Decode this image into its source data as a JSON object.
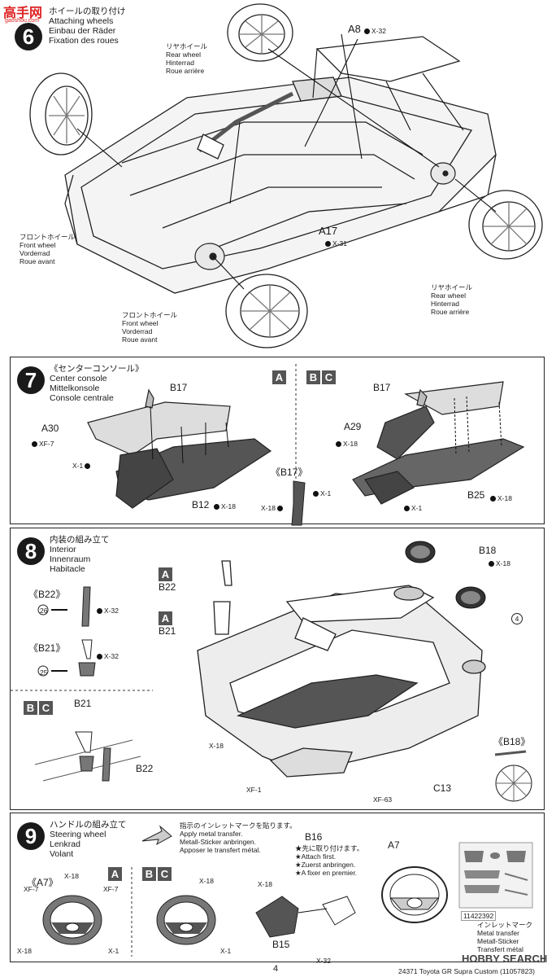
{
  "watermark_top": {
    "brand": "高手网",
    "url": "gaoshou.com"
  },
  "step6": {
    "number": "6",
    "title_jp": "ホイールの取り付け",
    "title_en": "Attaching wheels",
    "title_de": "Einbau der Räder",
    "title_fr": "Fixation des roues",
    "rear_top": [
      "リヤホイール",
      "Rear wheel",
      "Hinterrad",
      "Roue arrière"
    ],
    "front_left": [
      "フロントホイール",
      "Front wheel",
      "Vorderrad",
      "Roue avant"
    ],
    "front_bottom": [
      "フロントホイール",
      "Front wheel",
      "Vorderrad",
      "Roue avant"
    ],
    "rear_right": [
      "リヤホイール",
      "Rear wheel",
      "Hinterrad",
      "Roue arrière"
    ],
    "part_a8": "A8",
    "x32": "X-32",
    "part_a17": "A17",
    "x31": "X-31"
  },
  "step7": {
    "number": "7",
    "title_jp": "《センターコンソール》",
    "title_en": "Center console",
    "title_de": "Mittelkonsole",
    "title_fr": "Console centrale",
    "variant_a": "A",
    "variant_b": "B",
    "variant_c": "C",
    "left": {
      "b17": "B17",
      "a30": "A30",
      "xf7": "XF-7",
      "x1": "X-1",
      "b12": "B12",
      "x18": "X-18"
    },
    "mid": {
      "b17": "《B17》",
      "x1": "X-1",
      "x18": "X-18"
    },
    "right": {
      "b17": "B17",
      "a29": "A29",
      "x18a": "X-18",
      "x1": "X-1",
      "b25": "B25",
      "x18b": "X-18"
    }
  },
  "step8": {
    "number": "8",
    "title_jp": "内装の組み立て",
    "title_en": "Interior",
    "title_de": "Innenraum",
    "title_fr": "Habitacle",
    "b22_label": "《B22》",
    "b22_num": "26",
    "b22_x": "X-32",
    "b21_label": "《B21》",
    "b21_num": "25",
    "b21_x": "X-32",
    "bc_b21": "B21",
    "bc_b22": "B22",
    "a_b22": "B22",
    "a_b21": "B21",
    "a_tag": "A",
    "b18": "B18",
    "b18_x": "X-18",
    "four": "4",
    "x18": "X-18",
    "xf1": "XF-1",
    "xf63": "XF-63",
    "c13": "C13",
    "b18_detail": "《B18》",
    "decal_code": "11422392"
  },
  "step9": {
    "number": "9",
    "title_jp": "ハンドルの組み立て",
    "title_en": "Steering wheel",
    "title_de": "Lenkrad",
    "title_fr": "Volant",
    "transfer_note": [
      "指示のインレットマークを貼ります。",
      "Apply metal transfer.",
      "Metall-Sticker anbringen.",
      "Apposer le transfert métal."
    ],
    "a7_label": "《A7》",
    "a": "A",
    "b": "B",
    "c": "C",
    "left": {
      "x18": "X-18",
      "xf7a": "XF-7",
      "xf7b": "XF-7",
      "x18b": "X-18",
      "x1": "X-1"
    },
    "mid": {
      "x18": "X-18",
      "x1": "X-1"
    },
    "b16": "B16",
    "b16_note": [
      "★先に取り付けます。",
      "★Attach first.",
      "★Zuerst anbringen.",
      "★A fixer en premier."
    ],
    "x18": "X-18",
    "b15": "B15",
    "x32": "X-32",
    "a7": "A7",
    "metal_transfer": [
      "インレットマーク",
      "Metal transfer",
      "Metall-Sticker",
      "Transfert métal"
    ]
  },
  "footer": {
    "page": "4",
    "caption": "24371  Toyota GR Supra Custom (11057823)",
    "watermark": "HOBBY SEARCH"
  }
}
